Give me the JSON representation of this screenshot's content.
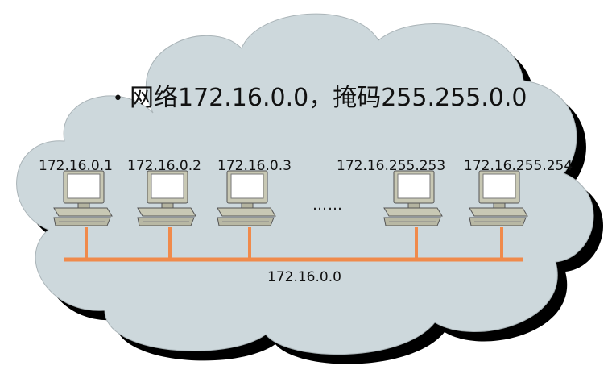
{
  "title": {
    "bullet": "•",
    "text": "网络172.16.0.0，掩码255.255.0.0"
  },
  "hosts": [
    {
      "ip": "172.16.0.1"
    },
    {
      "ip": "172.16.0.2"
    },
    {
      "ip": "172.16.0.3"
    },
    {
      "ip": "172.16.255.253"
    },
    {
      "ip": "172.16.255.254"
    }
  ],
  "ellipsis": "……",
  "network": {
    "label": "172.16.0.0"
  },
  "colors": {
    "cloud_fill": "#cdd8dc",
    "cloud_shadow": "#000000",
    "bus_line": "#f08a4b",
    "computer_body": "#c8c8b4",
    "computer_screen": "#ffffff"
  }
}
